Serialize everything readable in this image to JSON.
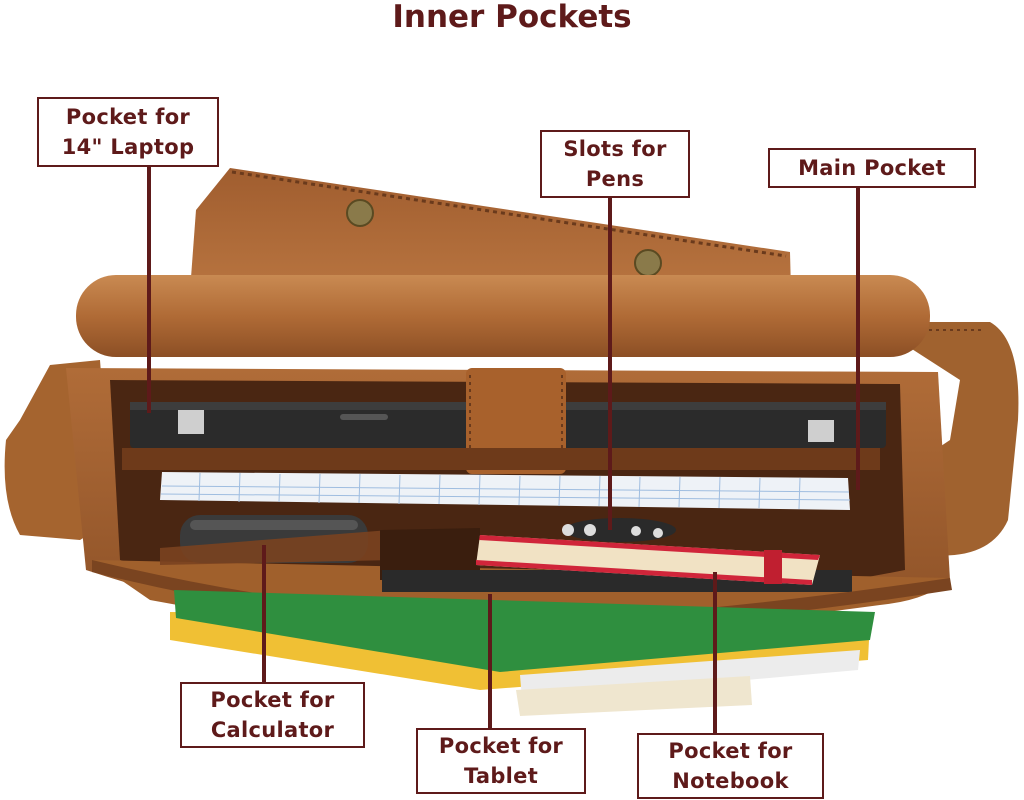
{
  "title": "Inner Pockets",
  "labels": {
    "laptop": {
      "line1": "Pocket for",
      "line2": "14\" Laptop"
    },
    "pens": {
      "line1": "Slots for",
      "line2": "Pens"
    },
    "main": {
      "line1": "Main Pocket"
    },
    "calculator": {
      "line1": "Pocket for",
      "line2": "Calculator"
    },
    "tablet": {
      "line1": "Pocket for",
      "line2": "Tablet"
    },
    "notebook": {
      "line1": "Pocket for",
      "line2": "Notebook"
    }
  },
  "colors": {
    "accent": "#5e1a1a",
    "leather": "#9a5a2c",
    "leather_dark": "#5a2f17",
    "laptop": "#2b2b2b",
    "notebook_red": "#d0253a"
  }
}
